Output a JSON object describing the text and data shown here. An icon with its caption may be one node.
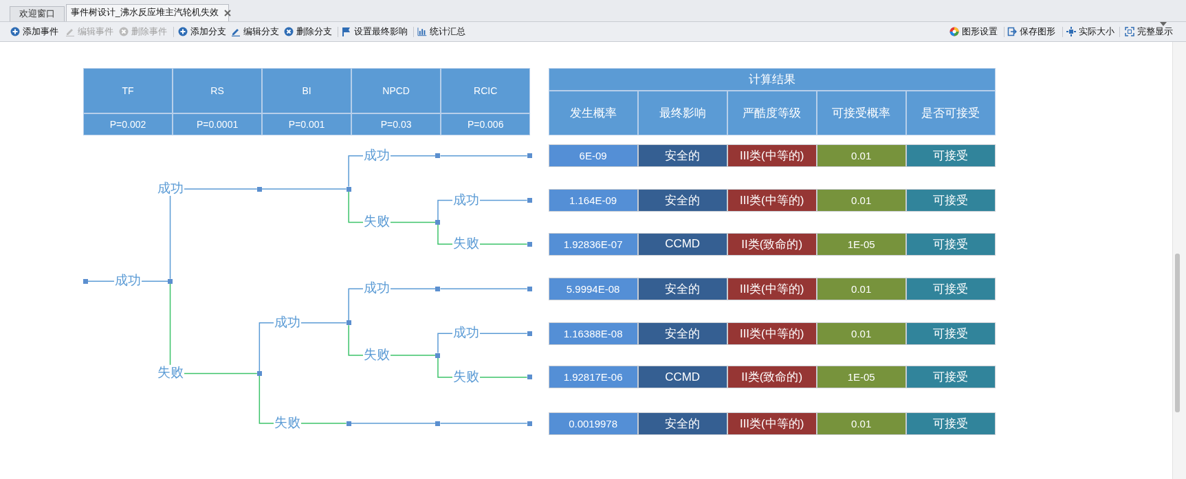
{
  "diagram": {
    "nodes": [
      {
        "text": [],
        "shape": "box"
      },
      {
        "text": [],
        "shape": "box"
      },
      {
        "text": [],
        "shape": "box"
      },
      {
        "text": [],
        "shape": "box"
      },
      {
        "text": [],
        "shape": "box"
      },
      {
        "text": [],
        "shape": "box"
      },
      {
        "text": [],
        "shape": "box"
      },
      {
        "text": [],
        "shape": "box"
      },
      {
        "text": [],
        "shape": "box"
      },
      {
        "text": [],
        "shape": "box"
      },
      {
        "text": [],
        "shape": "box"
      },
      {
        "text": [],
        "shape": "box"
      },
      {
        "text": [],
        "shape": "box"
      },
      {
        "text": [],
        "shape": "box"
      },
      {
        "text": [],
        "shape": "box"
      },
      {
        "text": [],
        "shape": "box"
      },
      {
        "text": [],
        "shape": "box"
      },
      {
        "text": [],
        "shape": "box"
      },
      {
        "text": [],
        "shape": "box"
      }
    ],
    "edges": [
      {
        "from": 0,
        "to": 1,
        "arrow": "none",
        "label": "成功"
      },
      {
        "from": 1,
        "to": 2,
        "arrow": "none",
        "label": "成功"
      },
      {
        "from": 1,
        "to": 3,
        "arrow": "none",
        "label": "失败",
        "color": "#3cc36a"
      },
      {
        "from": 2,
        "to": 4,
        "arrow": "none"
      },
      {
        "from": 4,
        "to": 7,
        "arrow": "none",
        "label": "成功"
      },
      {
        "from": 4,
        "to": 8,
        "arrow": "none",
        "label": "失败",
        "color": "#3cc36a"
      },
      {
        "from": 7,
        "to": 12,
        "arrow": "none"
      },
      {
        "from": 8,
        "to": 13,
        "arrow": "none",
        "label": "成功"
      },
      {
        "from": 8,
        "to": 14,
        "arrow": "none",
        "label": "失败",
        "color": "#3cc36a"
      },
      {
        "from": 3,
        "to": 5,
        "arrow": "none",
        "label": "成功"
      },
      {
        "from": 3,
        "to": 6,
        "arrow": "none",
        "label": "失败",
        "color": "#3cc36a"
      },
      {
        "from": 5,
        "to": 9,
        "arrow": "none",
        "label": "成功"
      },
      {
        "from": 5,
        "to": 10,
        "arrow": "none",
        "label": "失败",
        "color": "#3cc36a"
      },
      {
        "from": 9,
        "to": 15,
        "arrow": "none"
      },
      {
        "from": 10,
        "to": 16,
        "arrow": "none",
        "label": "成功"
      },
      {
        "from": 10,
        "to": 17,
        "arrow": "none",
        "label": "失败",
        "color": "#3cc36a"
      },
      {
        "from": 6,
        "to": 11,
        "arrow": "none"
      },
      {
        "from": 11,
        "to": 18,
        "arrow": "none"
      }
    ],
    "labels": [
      "欢迎窗口",
      "事件树设计_沸水反应堆主汽轮机失效",
      "添加事件",
      "编辑事件",
      "删除事件",
      "添加分支",
      "编辑分支",
      "删除分支",
      "设置最终影响",
      "统计汇总",
      "图形设置",
      "保存图形",
      "实际大小",
      "完整显示",
      "TF",
      "RS",
      "BI",
      "NPCD",
      "RCIC",
      "P=0.002",
      "P=0.0001",
      "P=0.001",
      "P=0.03",
      "P=0.006",
      "计算结果",
      "发生概率",
      "最终影响",
      "严酷度等级",
      "可接受概率",
      "是否可接受",
      "6E-09",
      "安全的",
      "III类(中等的)",
      "0.01",
      "可接受",
      "1.164E-09",
      "安全的",
      "III类(中等的)",
      "0.01",
      "可接受",
      "1.92836E-07",
      "CCMD",
      "II类(致命的)",
      "1E-05",
      "可接受",
      "5.9994E-08",
      "安全的",
      "III类(中等的)",
      "0.01",
      "可接受",
      "1.16388E-08",
      "安全的",
      "III类(中等的)",
      "0.01",
      "可接受",
      "1.92817E-06",
      "CCMD",
      "II类(致命的)",
      "1E-05",
      "可接受",
      "0.0019978",
      "安全的",
      "III类(中等的)",
      "0.01",
      "可接受"
    ]
  }
}
